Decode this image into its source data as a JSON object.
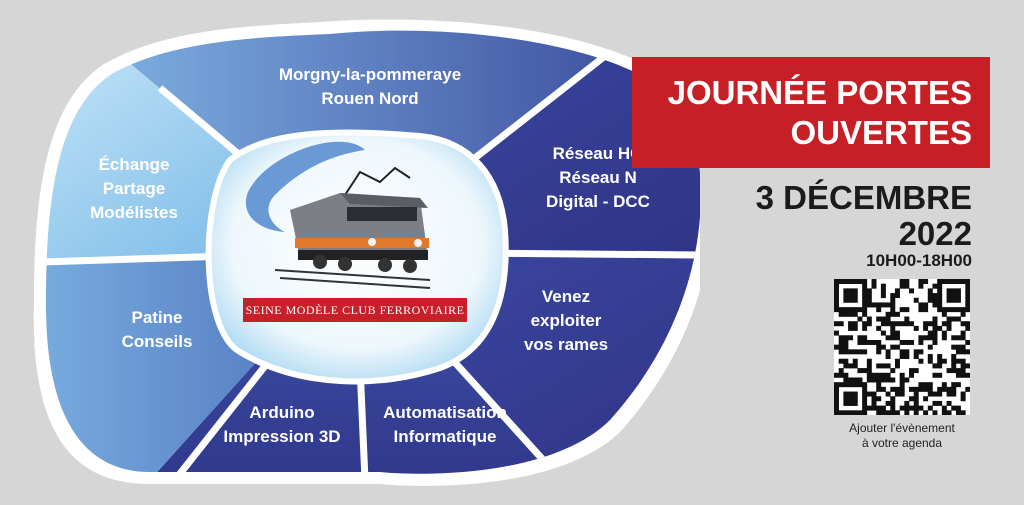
{
  "segments": [
    {
      "id": "lines",
      "lines": [
        "Morgny-la-pommeraye",
        "Rouen Nord"
      ]
    },
    {
      "id": "reseau",
      "lines": [
        "Réseau HO",
        "Réseau N",
        "Digital - DCC"
      ]
    },
    {
      "id": "venez",
      "lines": [
        "Venez",
        "exploiter",
        "vos rames"
      ]
    },
    {
      "id": "automatisation",
      "lines": [
        "Automatisation",
        "Informatique"
      ]
    },
    {
      "id": "arduino",
      "lines": [
        "Arduino",
        "Impression 3D"
      ]
    },
    {
      "id": "patine",
      "lines": [
        "Patine",
        "Conseils"
      ]
    },
    {
      "id": "echange",
      "lines": [
        "Échange",
        "Partage",
        "Modélistes"
      ]
    }
  ],
  "club_name": "SEINE MODÈLE CLUB FERROVIAIRE",
  "event": {
    "title_lines": [
      "JOURNÉE PORTES",
      "OUVERTES"
    ],
    "date_lines": [
      "3 DÉCEMBRE",
      "2022"
    ],
    "hours": "10H00-18H00",
    "agenda_lines": [
      "Ajouter l'évènement",
      "à votre agenda"
    ]
  },
  "colors": {
    "background": "#d6d6d6",
    "banner_red": "#c61f26",
    "segment_dark": "#3b3f95",
    "segment_mid": "#5b77bd",
    "segment_light": "#8fc8ec",
    "text_dark": "#1b1b1b"
  },
  "icons": [
    "electric-locomotive-icon",
    "qr-code-icon"
  ]
}
